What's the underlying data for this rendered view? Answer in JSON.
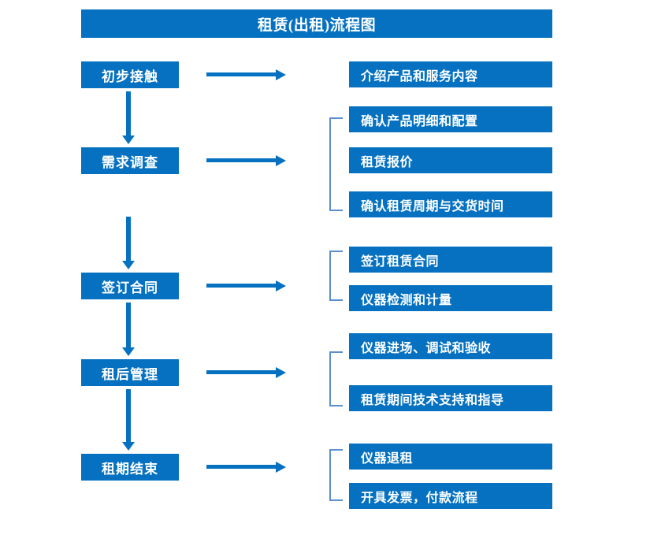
{
  "diagram": {
    "title": "租赁(出租)流程图",
    "colors": {
      "primary": "#0571c0",
      "bracket": "#5b8fc9",
      "text_on_primary": "#ffffff",
      "background": "#ffffff"
    },
    "stages": [
      {
        "label": "初步接触"
      },
      {
        "label": "需求调查"
      },
      {
        "label": "签订合同"
      },
      {
        "label": "租后管理"
      },
      {
        "label": "租期结束"
      }
    ],
    "details": [
      {
        "label": "介绍产品和服务内容"
      },
      {
        "label": "确认产品明细和配置"
      },
      {
        "label": "租赁报价"
      },
      {
        "label": "确认租赁周期与交货时间"
      },
      {
        "label": "签订租赁合同"
      },
      {
        "label": "仪器检测和计量"
      },
      {
        "label": "仪器进场、调试和验收"
      },
      {
        "label": "租赁期间技术支持和指导"
      },
      {
        "label": "仪器退租"
      },
      {
        "label": "开具发票，付款流程"
      }
    ],
    "groups": [
      {
        "stage": "需求调查",
        "detail_labels": [
          "确认产品明细和配置",
          "租赁报价",
          "确认租赁周期与交货时间"
        ]
      },
      {
        "stage": "签订合同",
        "detail_labels": [
          "签订租赁合同",
          "仪器检测和计量"
        ]
      },
      {
        "stage": "租后管理",
        "detail_labels": [
          "仪器进场、调试和验收",
          "租赁期间技术支持和指导"
        ]
      },
      {
        "stage": "租期结束",
        "detail_labels": [
          "仪器退租",
          "开具发票，付款流程"
        ]
      }
    ],
    "flow_sequence": [
      "初步接触",
      "需求调查",
      "签订合同",
      "租后管理",
      "租期结束"
    ]
  }
}
